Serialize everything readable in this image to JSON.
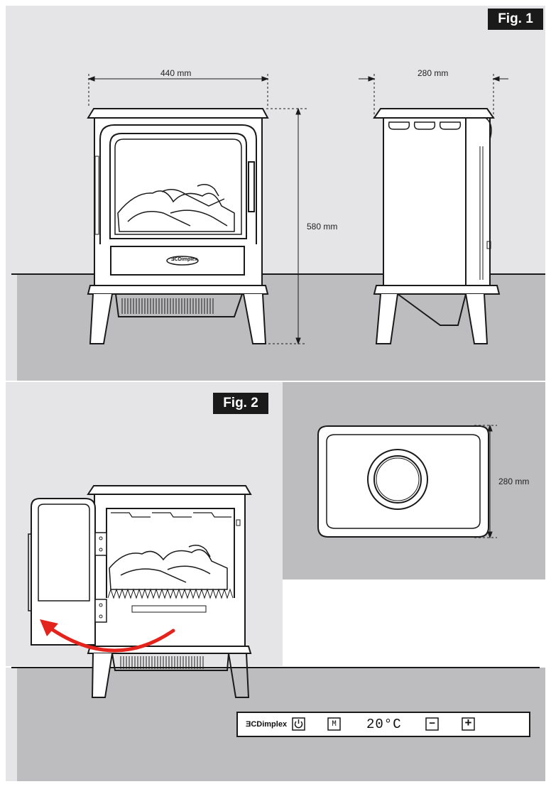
{
  "figures": {
    "fig1": {
      "label": "Fig. 1"
    },
    "fig2": {
      "label": "Fig. 2"
    }
  },
  "dimensions": {
    "width": "440 mm",
    "depth": "280 mm",
    "height": "580 mm",
    "top_depth": "280 mm"
  },
  "logo": {
    "brand": "Dimplex"
  },
  "control_panel": {
    "brand": "Dimplex",
    "mode_label": "M",
    "temperature": "20°C",
    "minus_label": "−",
    "plus_label": "+"
  },
  "colors": {
    "background_panel": "#e5e5e7",
    "floor": "#bdbdc0",
    "line": "#1a1a1a",
    "arrow": "#e3231c",
    "badge": "#1a1a1a"
  },
  "icons": {
    "power": "power-icon",
    "mode": "mode-icon",
    "minus": "minus-icon",
    "plus": "plus-icon",
    "door_arrow": "curved-arrow-icon"
  }
}
